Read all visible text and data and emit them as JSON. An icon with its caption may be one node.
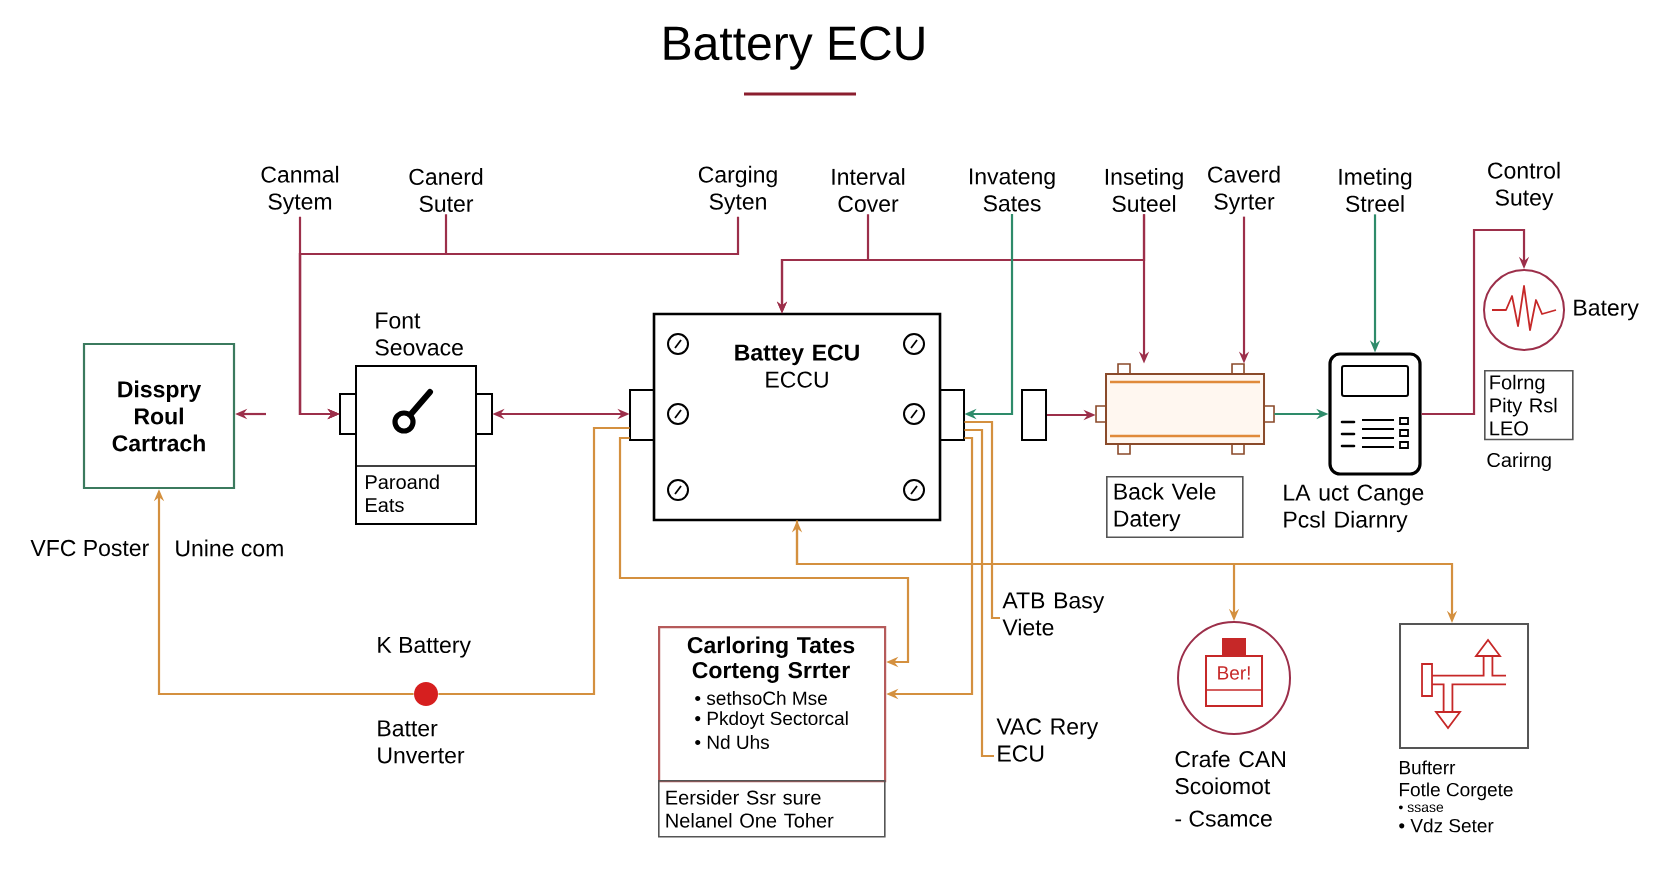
{
  "diagram": {
    "title": "Battery ECU",
    "nodes": [
      {
        "text": [
          "Canmal Sytem"
        ]
      },
      {
        "text": [
          "Canerd Suter"
        ]
      },
      {
        "text": [
          "Carging Syten"
        ]
      },
      {
        "text": [
          "Interval Cover"
        ]
      },
      {
        "text": [
          "Invateng Sates"
        ]
      },
      {
        "text": [
          "Inseting Suteel"
        ]
      },
      {
        "text": [
          "Caverd Syrter"
        ]
      },
      {
        "text": [
          "Imeting Streel"
        ]
      },
      {
        "text": [],
        "shape": "circle",
        "beside": [
          "Batery"
        ]
      },
      {
        "text": [
          "Disspry Roul Cartrach"
        ]
      },
      {
        "text": [
          "Font Seovace",
          "Paroand Eats"
        ]
      },
      {
        "text": [
          "Battey ECU",
          "ECCU"
        ]
      },
      {
        "text": [],
        "shape": "box"
      },
      {
        "text": [],
        "shape": "picture"
      },
      {
        "text": [],
        "shape": "picture",
        "beside": [
          "LA uct Cange Pcsl Diarnry"
        ]
      },
      {
        "text": [
          "Folrng Pity Rsl LEO"
        ],
        "beside": [
          "Carirng"
        ]
      },
      {
        "text": [
          "Back Vele Datery"
        ]
      },
      {
        "text": [],
        "shape": "circle",
        "beside": [
          "K Battery",
          "Batter Unverter"
        ]
      },
      {
        "text": [
          "ATB Basy Viete"
        ]
      },
      {
        "text": [
          "Carloring Tates Corteng Srrter",
          "• sethsoCh Mse",
          "• Pkdoyt Sectorcal",
          "• Nd Uhs"
        ]
      },
      {
        "text": [
          "Eersider Ssr sure Nelanel One Toher"
        ]
      },
      {
        "text": [
          "VAC Rery ECU"
        ]
      },
      {
        "text": [
          "Ber!"
        ],
        "beside": [
          "Crafe CAN Scoiomot",
          "- Csamce"
        ]
      },
      {
        "text": [],
        "shape": "box",
        "beside": [
          "Bufterr",
          "Fotle Corgete",
          "• ssase",
          "• Vdz Seter"
        ]
      }
    ],
    "edges": [
      {
        "from": 0,
        "to": 10,
        "arrow": "to"
      },
      {
        "from": 1,
        "to": 10,
        "arrow": "to"
      },
      {
        "from": 2,
        "to": 10,
        "arrow": "to"
      },
      {
        "from": 10,
        "to": 11,
        "arrow": "both"
      },
      {
        "from": null,
        "to": 9,
        "arrow": "to"
      },
      {
        "from": 3,
        "to": 11,
        "arrow": "to"
      },
      {
        "from": 5,
        "to": 11,
        "arrow": "to"
      },
      {
        "from": 5,
        "to": 13,
        "arrow": "to"
      },
      {
        "from": 4,
        "to": 11,
        "arrow": "to",
        "color": "#2e8b6a"
      },
      {
        "from": 12,
        "to": 13,
        "arrow": "to"
      },
      {
        "from": 6,
        "to": 13,
        "arrow": "to"
      },
      {
        "from": 13,
        "to": 14,
        "arrow": "to",
        "color": "#2e8b6a"
      },
      {
        "from": 7,
        "to": 14,
        "arrow": "to",
        "color": "#2e8b6a"
      },
      {
        "from": 14,
        "to": 8,
        "arrow": "to"
      },
      {
        "from": 17,
        "to": 9,
        "arrow": "to",
        "color": "#d4903f"
      },
      {
        "from": 11,
        "to": 17,
        "arrow": "none",
        "color": "#d4903f"
      },
      {
        "from": 11,
        "to": 19,
        "arrow": "to",
        "color": "#d4903f"
      },
      {
        "from": 11,
        "to": 19,
        "arrow": "to",
        "color": "#d4903f"
      },
      {
        "from": 11,
        "to": 18,
        "arrow": "none",
        "color": "#d4903f"
      },
      {
        "from": 11,
        "to": 21,
        "arrow": "none",
        "color": "#d4903f"
      },
      {
        "from": 11,
        "to": 22,
        "arrow": "to",
        "color": "#d4903f"
      },
      {
        "from": 11,
        "to": 23,
        "arrow": "both",
        "color": "#d4903f"
      }
    ],
    "labels": [
      "Control Sutey",
      "VFC Poster",
      "Unine com"
    ]
  }
}
